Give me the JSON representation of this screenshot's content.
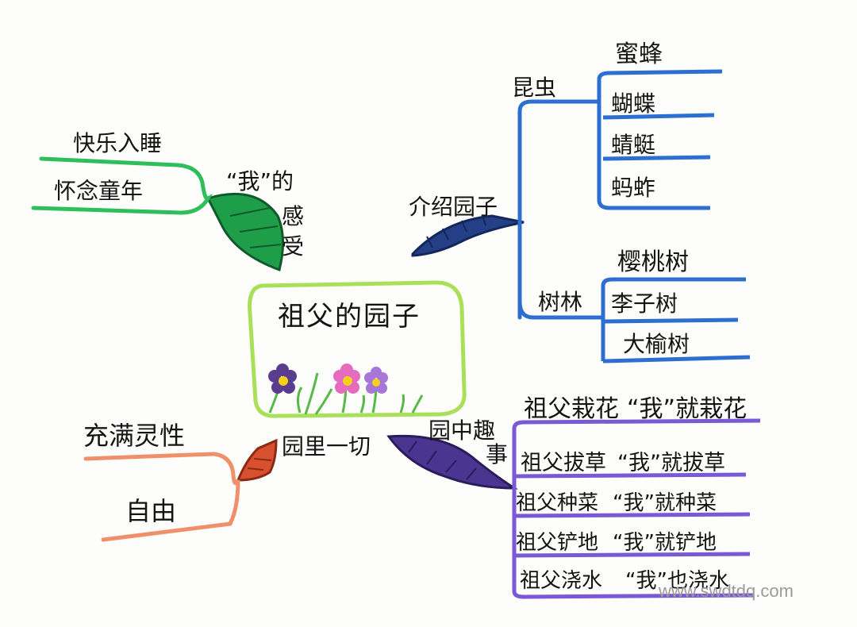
{
  "mindmap": {
    "center": {
      "title": "祖父的园子"
    },
    "branches": {
      "feeling": {
        "label": "“我”的感受",
        "items": [
          "快乐入睡",
          "怀念童年"
        ],
        "color": "#2fbf5a",
        "leaf_color": "#1f9e4a"
      },
      "garden": {
        "label": "介绍园子",
        "color": "#2d6fd0",
        "leaf_color": "#243f86",
        "groups": {
          "insects": {
            "label": "昆虫",
            "items": [
              "蜜蜂",
              "蝴蝶",
              "蜻蜓",
              "蚂蚱"
            ]
          },
          "trees": {
            "label": "树林",
            "items": [
              "樱桃树",
              "李子树",
              "大榆树"
            ]
          }
        }
      },
      "fun": {
        "label": "园中趣事",
        "color": "#7a59d6",
        "leaf_color": "#4a3590",
        "items": [
          {
            "grandpa": "祖父栽花",
            "me": "“我”就栽花"
          },
          {
            "grandpa": "祖父拔草",
            "me": "“我”就拔草"
          },
          {
            "grandpa": "祖父种菜",
            "me": "“我”就种菜"
          },
          {
            "grandpa": "祖父铲地",
            "me": "“我”就铲地"
          },
          {
            "grandpa": "祖父浇水",
            "me": "“我”也浇水"
          }
        ]
      },
      "all": {
        "label": "园里一切",
        "items": [
          "充满灵性",
          "自由"
        ],
        "color": "#f0906a",
        "leaf_color": "#d8502e"
      }
    }
  },
  "watermark": "www.swdtdq.com",
  "colors": {
    "center_border": "#a8e05a",
    "ink": "#141414"
  }
}
